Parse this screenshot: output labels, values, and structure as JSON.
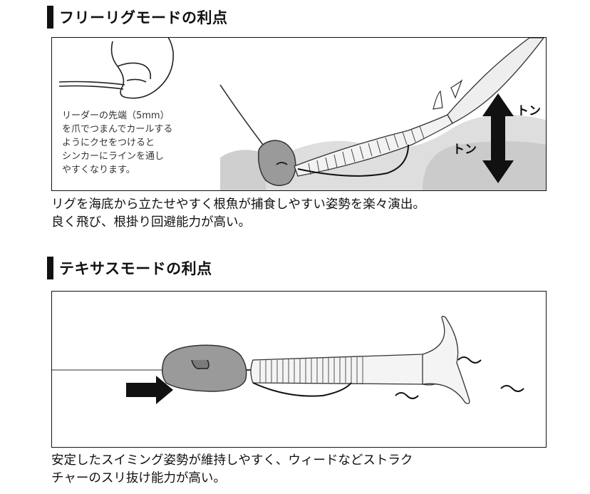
{
  "section1": {
    "heading": "フリーリグモードの利点",
    "note_lines": [
      "リーダーの先端（5mm）",
      "を爪でつまんでカールする",
      "ようにクセをつけると",
      "シンカーにラインを通し",
      "やすくなります。"
    ],
    "label_ton_upper": "トン",
    "label_ton_lower": "トン",
    "caption_lines": [
      "リグを海底から立たせやすく根魚が捕食しやすい姿勢を楽々演出。",
      "良く飛び、根掛り回避能力が高い。"
    ]
  },
  "section2": {
    "heading": "テキサスモードの利点",
    "caption_lines": [
      "安定したスイミング姿勢が維持しやすく、ウィードなどストラク",
      "チャーのスリ抜け能力が高い。"
    ]
  }
}
